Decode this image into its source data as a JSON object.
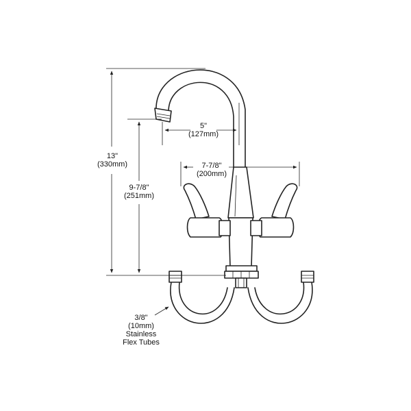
{
  "dimensions": {
    "overall_height": {
      "inches": "13\"",
      "mm": "(330mm)"
    },
    "spout_height": {
      "inches": "9-7/8\"",
      "mm": "(251mm)"
    },
    "spout_reach": {
      "inches": "5\"",
      "mm": "(127mm)"
    },
    "handle_span": {
      "inches": "7-7/8\"",
      "mm": "(200mm)"
    }
  },
  "note": {
    "line1": "3/8\"",
    "line2": "(10mm)",
    "line3": "Stainless",
    "line4": "Flex Tubes"
  },
  "colors": {
    "line": "#222222",
    "background": "#ffffff"
  }
}
